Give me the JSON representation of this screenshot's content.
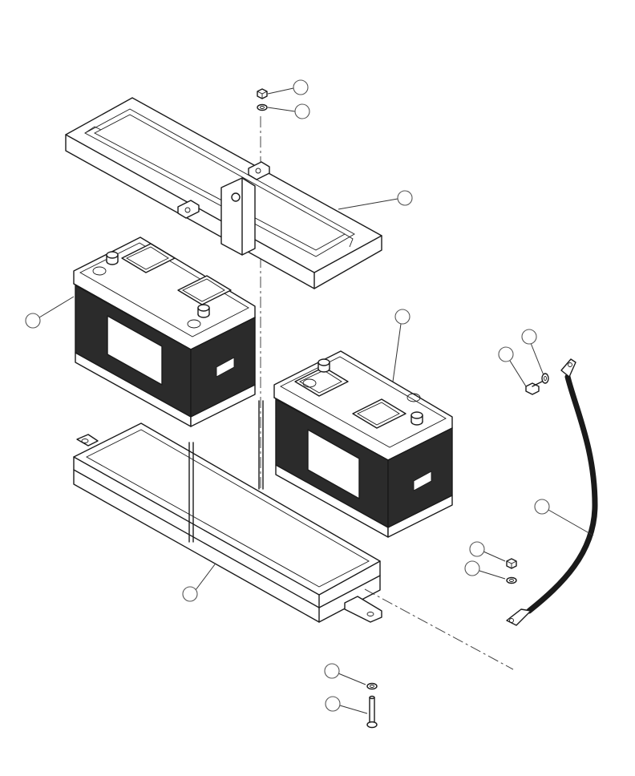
{
  "diagram": {
    "parts": [
      {
        "id": "nut-top",
        "icon": "hex-nut-icon"
      },
      {
        "id": "washer-top",
        "icon": "washer-icon"
      },
      {
        "id": "hold-down-frame",
        "icon": "frame-icon"
      },
      {
        "id": "battery-left",
        "icon": "battery-icon"
      },
      {
        "id": "battery-right",
        "icon": "battery-icon"
      },
      {
        "id": "battery-tray",
        "icon": "tray-icon"
      },
      {
        "id": "cable-bolt",
        "icon": "bolt-icon"
      },
      {
        "id": "cable-washer",
        "icon": "washer-icon"
      },
      {
        "id": "ground-cable",
        "icon": "cable-icon"
      },
      {
        "id": "nut-lower",
        "icon": "hex-nut-icon"
      },
      {
        "id": "washer-lower",
        "icon": "washer-icon"
      },
      {
        "id": "washer-bottom",
        "icon": "washer-icon"
      },
      {
        "id": "bolt-bottom",
        "icon": "bolt-icon"
      }
    ],
    "callouts_labeled": false,
    "line_color": "#1a1a1a",
    "background": "#ffffff"
  }
}
